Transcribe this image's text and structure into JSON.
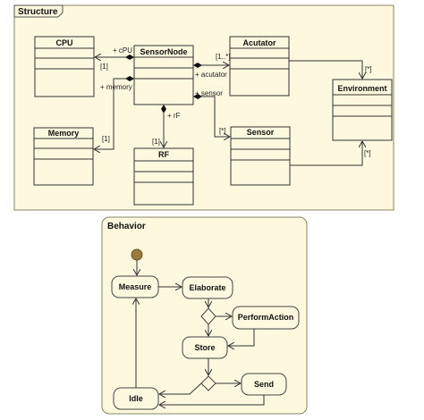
{
  "structure": {
    "title": "Structure",
    "classes": {
      "cpu": "CPU",
      "sensor_node": "SensorNode",
      "acutator": "Acutator",
      "environment": "Environment",
      "memory": "Memory",
      "rf": "RF",
      "sensor": "Sensor"
    },
    "roles": {
      "cpu": "+ cPU",
      "memory": "+ memory",
      "acutator": "+ acutator",
      "sensor": "+ sensor",
      "rf": "+ rF"
    },
    "multiplicities": {
      "cpu": "[1]",
      "memory": "[1]",
      "acutator": "[1..*]",
      "rf": "[1]",
      "sensor": "[*]",
      "env_from_acutator": "[*]",
      "env_from_sensor": "[*]"
    }
  },
  "behavior": {
    "title": "Behavior",
    "states": {
      "measure": "Measure",
      "elaborate": "Elaborate",
      "perform_action": "PerformAction",
      "store": "Store",
      "send": "Send",
      "idle": "Idle"
    }
  },
  "colors": {
    "frame_fill": "#fdf8de",
    "initial_node": "#9c7a3c"
  }
}
